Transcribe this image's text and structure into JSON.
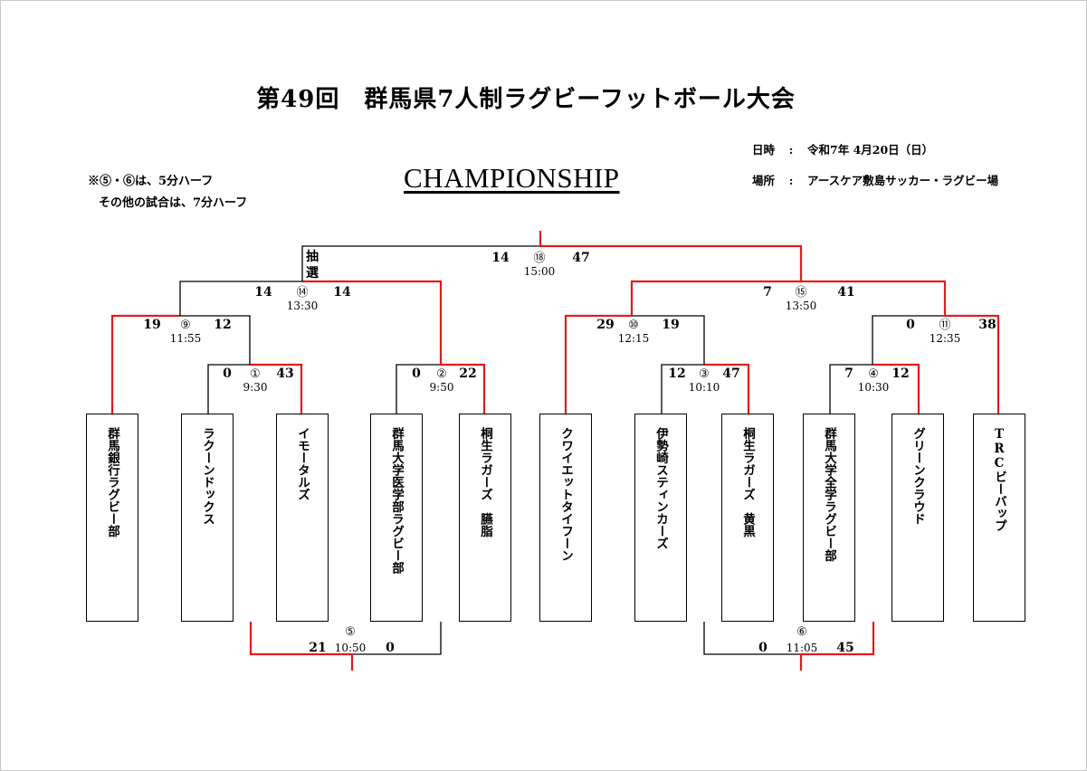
{
  "header": {
    "title": "第49回　群馬県7人制ラグビーフットボール大会",
    "subtitle": "CHAMPIONSHIP",
    "notes": [
      "※⑤・⑥は、5分ハーフ",
      "その他の試合は、7分ハーフ"
    ],
    "date_label": "日時",
    "date_value": "令和7年 4月20日（日）",
    "venue_label": "場所",
    "venue_value": "アースケア敷島サッカー・ラグビー場",
    "separator": ":"
  },
  "teams": [
    "群馬銀行ラグビー部",
    "ラクーンドックス",
    "イモータルズ",
    "群馬大学医学部ラグビー部",
    "桐生ラガーズ　臙脂",
    "クワイエットタイフーン",
    "伊勢崎スティンカーズ",
    "桐生ラガーズ　黄黒",
    "群馬大学全学ラグビー部",
    "グリーンクラウド",
    "TRCビーバップ"
  ],
  "matches": {
    "m1": {
      "no": "①",
      "time": "9:30",
      "score_left": "0",
      "score_right": "43"
    },
    "m2": {
      "no": "②",
      "time": "9:50",
      "score_left": "0",
      "score_right": "22"
    },
    "m3": {
      "no": "③",
      "time": "10:10",
      "score_left": "12",
      "score_right": "47"
    },
    "m4": {
      "no": "④",
      "time": "10:30",
      "score_left": "7",
      "score_right": "12"
    },
    "m5": {
      "no": "⑤",
      "time": "10:50",
      "score_left": "21",
      "score_right": "0"
    },
    "m6": {
      "no": "⑥",
      "time": "11:05",
      "score_left": "0",
      "score_right": "45"
    },
    "m9": {
      "no": "⑨",
      "time": "11:55",
      "score_left": "19",
      "score_right": "12"
    },
    "m10": {
      "no": "⑩",
      "time": "12:15",
      "score_left": "29",
      "score_right": "19"
    },
    "m11": {
      "no": "⑪",
      "time": "12:35",
      "score_left": "0",
      "score_right": "38"
    },
    "m14": {
      "no": "⑭",
      "time": "13:30",
      "score_left": "14",
      "score_right": "14"
    },
    "m15": {
      "no": "⑮",
      "time": "13:50",
      "score_left": "7",
      "score_right": "41"
    },
    "m18": {
      "no": "⑱",
      "time": "15:00",
      "score_left": "14",
      "score_right": "47"
    }
  },
  "draw_label": [
    "抽",
    "選"
  ],
  "colors": {
    "winner_line": "#e31b1b",
    "loser_line": "#000000"
  }
}
